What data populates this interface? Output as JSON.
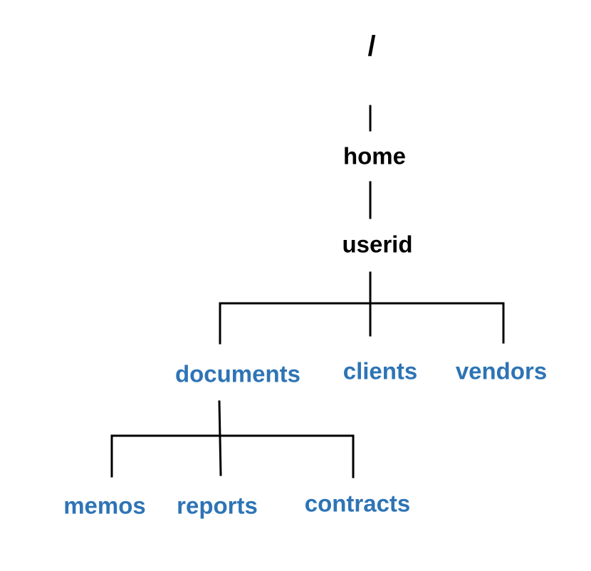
{
  "tree": {
    "root": "/",
    "home": "home",
    "userid": "userid",
    "documents": "documents",
    "clients": "clients",
    "vendors": "vendors",
    "memos": "memos",
    "reports": "reports",
    "contracts": "contracts"
  },
  "colors": {
    "system_text": "#000000",
    "user_folder_text": "#2e74b5",
    "connector_line": "#000000"
  }
}
